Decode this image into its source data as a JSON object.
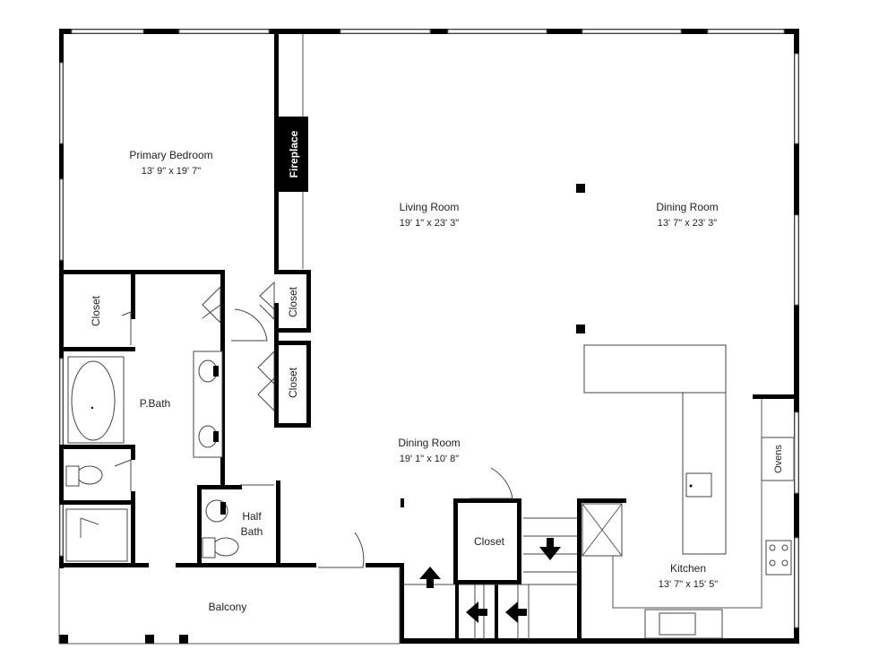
{
  "rooms": {
    "primary_bedroom": {
      "name": "Primary Bedroom",
      "dim": "13' 9\" x 19' 7\""
    },
    "living_room": {
      "name": "Living Room",
      "dim": "19' 1\" x 23' 3\""
    },
    "dining_room_upper": {
      "name": "Dining Room",
      "dim": "13' 7\" x 23' 3\""
    },
    "dining_room_lower": {
      "name": "Dining Room",
      "dim": "19' 1\" x 10' 8\""
    },
    "kitchen": {
      "name": "Kitchen",
      "dim": "13' 7\" x 15' 5\""
    },
    "p_bath": {
      "name": "P.Bath"
    },
    "half_bath": {
      "name_line1": "Half",
      "name_line2": "Bath"
    },
    "balcony": {
      "name": "Balcony"
    },
    "closet_bedroom": {
      "name": "Closet"
    },
    "closet_hall_upper": {
      "name": "Closet"
    },
    "closet_hall_lower": {
      "name": "Closet"
    },
    "closet_stair": {
      "name": "Closet"
    }
  },
  "features": {
    "fireplace": "Fireplace",
    "ovens": "Ovens"
  }
}
